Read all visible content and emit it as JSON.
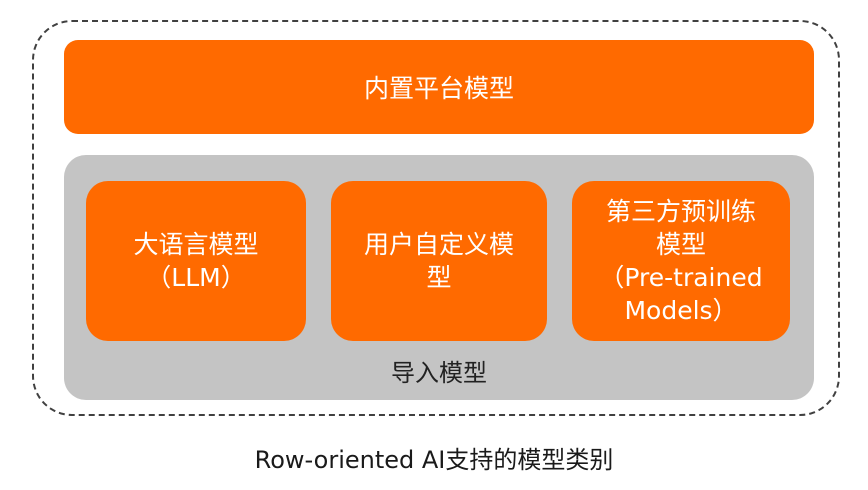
{
  "builtin": {
    "label": "内置平台模型"
  },
  "imported": {
    "label": "导入模型",
    "cards": [
      {
        "lines": [
          "大语言模型",
          "（LLM）"
        ]
      },
      {
        "lines": [
          "用户自定义模",
          "型"
        ]
      },
      {
        "lines": [
          "第三方预训练",
          "模型",
          "（Pre-trained",
          "Models）"
        ]
      }
    ]
  },
  "caption": "Row-oriented AI支持的模型类别",
  "colors": {
    "accent": "#ff6a00",
    "container": "#c4c4c4",
    "border": "#404040",
    "text_on_accent": "#ffffff"
  }
}
